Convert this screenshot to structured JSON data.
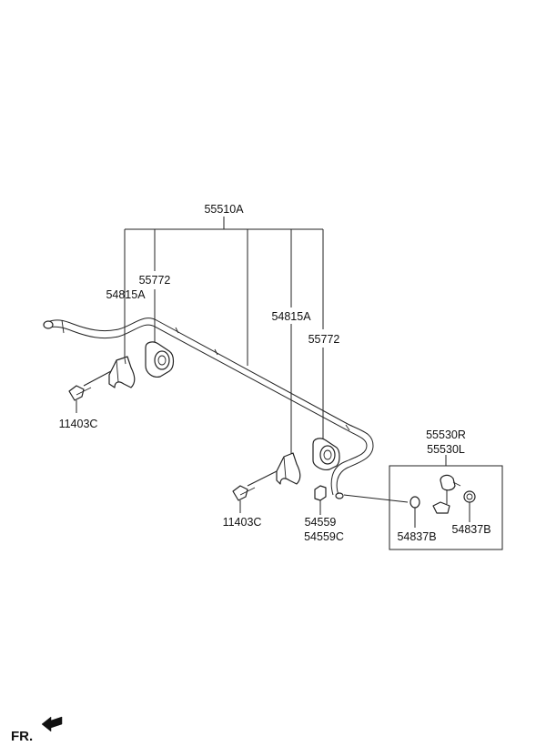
{
  "labels": {
    "stabilizer_bar": "55510A",
    "bushing_left": "55772",
    "bracket_left": "54815A",
    "bolt_left": "11403C",
    "bracket_right": "54815A",
    "bushing_right": "55772",
    "bolt_right": "11403C",
    "nut_a": "54559",
    "nut_b": "54559C",
    "link_r": "55530R",
    "link_l": "55530L",
    "cap_left": "54837B",
    "cap_right": "54837B",
    "front_indicator": "FR."
  },
  "icons": {
    "front_arrow": "arrow-left-icon"
  }
}
